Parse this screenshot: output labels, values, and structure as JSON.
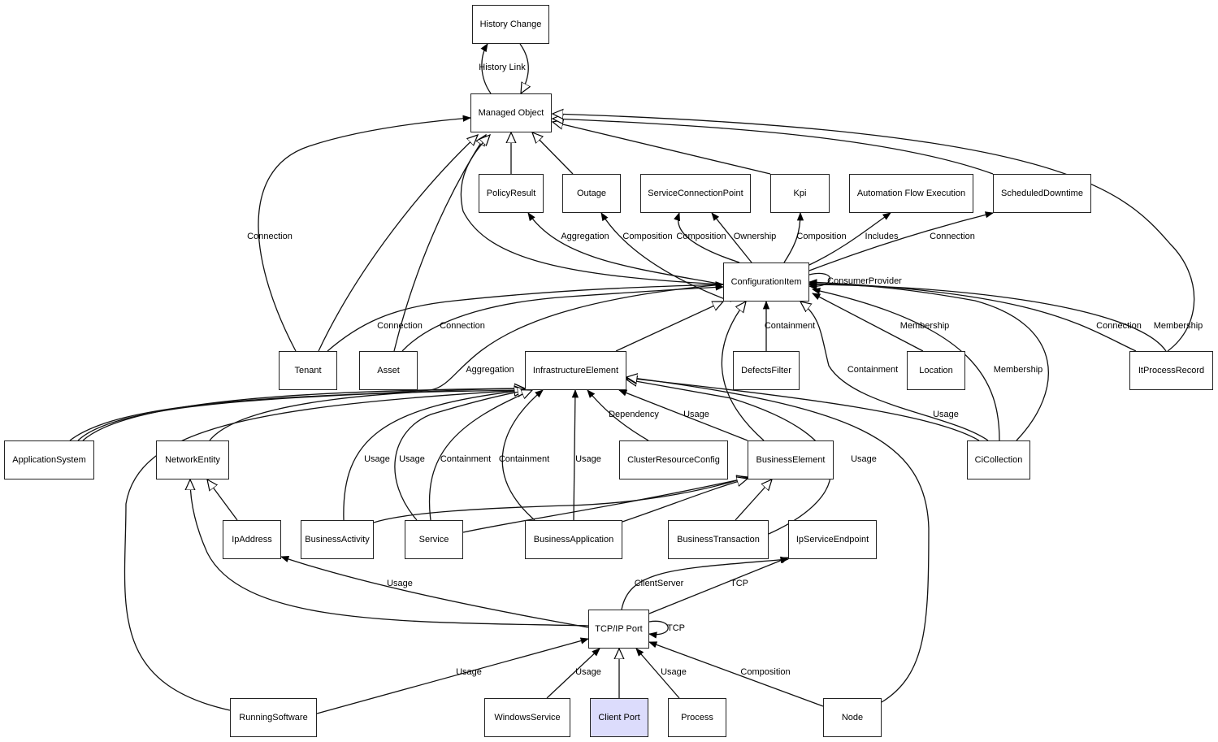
{
  "diagram": {
    "nodes": [
      {
        "id": "history_change",
        "label": "History Change"
      },
      {
        "id": "managed_object",
        "label": "Managed Object"
      },
      {
        "id": "policy_result",
        "label": "PolicyResult"
      },
      {
        "id": "outage",
        "label": "Outage"
      },
      {
        "id": "scp",
        "label": "ServiceConnectionPoint"
      },
      {
        "id": "kpi",
        "label": "Kpi"
      },
      {
        "id": "afe",
        "label": "Automation Flow Execution"
      },
      {
        "id": "sched",
        "label": "ScheduledDowntime"
      },
      {
        "id": "ci",
        "label": "ConfigurationItem"
      },
      {
        "id": "tenant",
        "label": "Tenant"
      },
      {
        "id": "asset",
        "label": "Asset"
      },
      {
        "id": "infra",
        "label": "InfrastructureElement"
      },
      {
        "id": "defects",
        "label": "DefectsFilter"
      },
      {
        "id": "location",
        "label": "Location"
      },
      {
        "id": "itpr",
        "label": "ItProcessRecord"
      },
      {
        "id": "appsys",
        "label": "ApplicationSystem"
      },
      {
        "id": "netent",
        "label": "NetworkEntity"
      },
      {
        "id": "crc",
        "label": "ClusterResourceConfig"
      },
      {
        "id": "bizel",
        "label": "BusinessElement"
      },
      {
        "id": "cicoll",
        "label": "CiCollection"
      },
      {
        "id": "ipaddr",
        "label": "IpAddress"
      },
      {
        "id": "bizact",
        "label": "BusinessActivity"
      },
      {
        "id": "service",
        "label": "Service"
      },
      {
        "id": "bizapp",
        "label": "BusinessApplication"
      },
      {
        "id": "biztx",
        "label": "BusinessTransaction"
      },
      {
        "id": "ipse",
        "label": "IpServiceEndpoint"
      },
      {
        "id": "tcpip",
        "label": "TCP/IP Port"
      },
      {
        "id": "runsw",
        "label": "RunningSoftware"
      },
      {
        "id": "winsvc",
        "label": "WindowsService"
      },
      {
        "id": "clientport",
        "label": "Client Port",
        "highlighted": true
      },
      {
        "id": "process",
        "label": "Process"
      },
      {
        "id": "node",
        "label": "Node"
      }
    ],
    "edge_labels": [
      "History Link",
      "Connection",
      "Aggregation",
      "Composition",
      "Composition",
      "Ownership",
      "Composition",
      "Includes",
      "Connection",
      "ConsumerProvider",
      "Connection",
      "Connection",
      "Containment",
      "Membership",
      "Connection",
      "Membership",
      "Aggregation",
      "Containment",
      "Membership",
      "Dependency",
      "Usage",
      "Usage",
      "Usage",
      "Usage",
      "Containment",
      "Containment",
      "Usage",
      "Usage",
      "Usage",
      "ClientServer",
      "TCP",
      "TCP",
      "Usage",
      "Usage",
      "Usage",
      "Composition"
    ],
    "colors": {
      "highlight_fill": "#dcdcfc",
      "stroke": "#222222"
    }
  }
}
